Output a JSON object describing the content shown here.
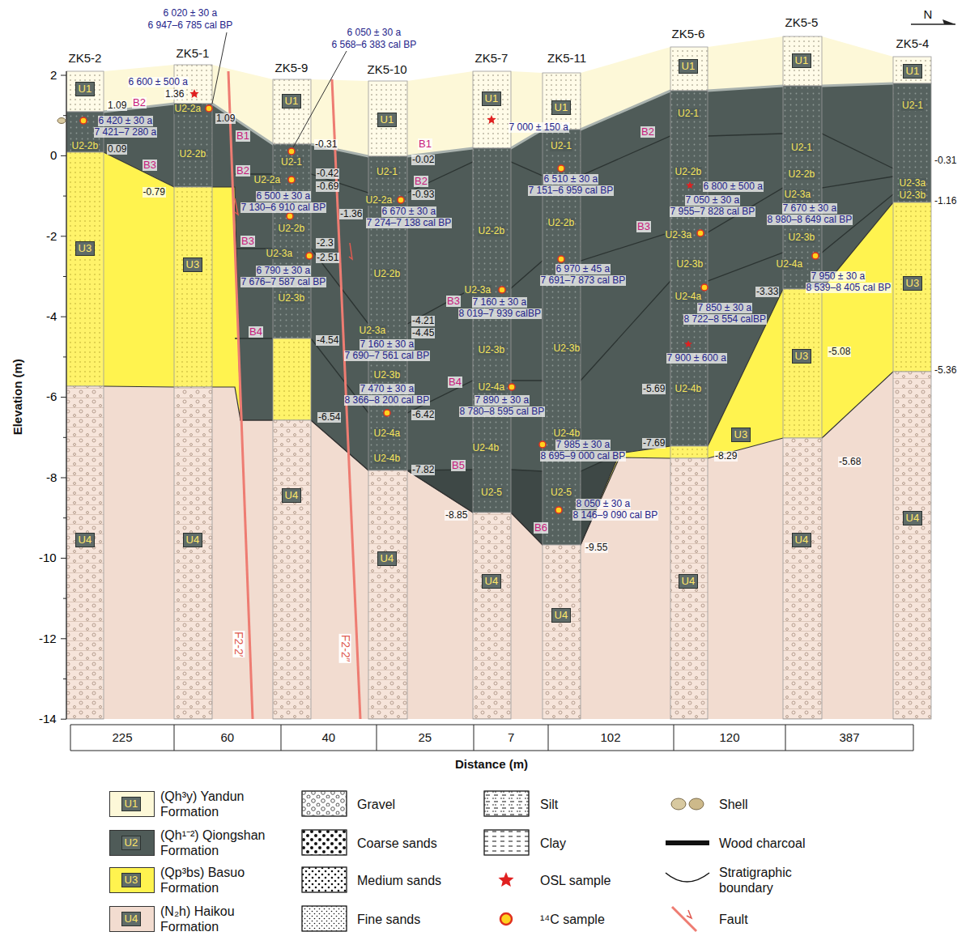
{
  "diagram": {
    "nodes": [
      {
        "text": [
          "U1"
        ]
      },
      {
        "text": [
          "U3"
        ]
      },
      {
        "text": [
          "U4"
        ]
      },
      {
        "text": [
          "U3"
        ]
      },
      {
        "text": [
          "U4"
        ]
      },
      {
        "text": [
          "U1"
        ]
      },
      {
        "text": [
          "U4"
        ]
      },
      {
        "text": [
          "U1"
        ]
      },
      {
        "text": [
          "U4"
        ]
      },
      {
        "text": [
          "U1"
        ]
      },
      {
        "text": [
          "U4"
        ]
      },
      {
        "text": [
          "U1"
        ]
      },
      {
        "text": [
          "U4"
        ]
      },
      {
        "text": [
          "U1"
        ]
      },
      {
        "text": [
          "U4"
        ]
      },
      {
        "text": [
          "U1"
        ]
      },
      {
        "text": [
          "U3"
        ]
      },
      {
        "text": [
          "U4"
        ]
      },
      {
        "text": [
          "U1"
        ]
      },
      {
        "text": [
          "U3"
        ]
      },
      {
        "text": [
          "U4"
        ]
      },
      {
        "text": [
          "U3"
        ]
      },
      {
        "text": [
          "U1"
        ]
      },
      {
        "text": [
          "U2"
        ]
      },
      {
        "text": [
          "U3"
        ]
      },
      {
        "text": [
          "U4"
        ]
      }
    ],
    "labels": [
      "N",
      "2",
      "0",
      "-2",
      "-4",
      "-6",
      "-8",
      "-10",
      "-12",
      "-14",
      "Elevation (m)",
      "ZK5-2",
      "ZK5-1",
      "ZK5-9",
      "ZK5-10",
      "ZK5-7",
      "ZK5-11",
      "ZK5-6",
      "ZK5-5",
      "ZK5-4",
      "F2-2′",
      "F2-2″",
      "225",
      "60",
      "40",
      "25",
      "7",
      "102",
      "120",
      "387",
      "Distance (m)",
      "6 020 ± 30 a",
      "6 947–6 785 cal BP",
      "6 050 ± 30 a",
      "6 568–6 383 cal BP",
      "6 600 ± 500 a",
      "1.36",
      "B2",
      "U2-2a",
      "1.09",
      "1.09",
      "6 420 ± 30 a",
      "7 421–7 280 a",
      "U2-2b",
      "0.09",
      "U2-2b",
      "B3",
      "-0.79",
      "B1",
      "-0.31",
      "U2-1",
      "B2",
      "U2-2a",
      "-0.42",
      "-0.69",
      "6 500 ± 30 a",
      "7 130–6 910 cal BP",
      "U2-2b",
      "B3",
      "-2.3",
      "U2-3a",
      "-2.51",
      "6 790 ± 30 a",
      "7 676–7 587 cal BP",
      "U2-3b",
      "B4",
      "-4.54",
      "-6.54",
      "B1",
      "-0.02",
      "U2-1",
      "B2",
      "-0.93",
      "U2-2a",
      "-1.36",
      "6 670 ± 30 a",
      "7 274–7 138 cal BP",
      "U2-2b",
      "-4.21",
      "U2-3a",
      "-4.45",
      "7 160 ± 30 a",
      "7 690–7 561 cal BP",
      "U2-3b",
      "7 470 ± 30 a",
      "8 366–8 200 cal BP",
      "-6.42",
      "U2-4a",
      "U2-4b",
      "-7.82",
      "7 000 ± 150 a",
      "U2-2b",
      "U2-3a",
      "B3",
      "7 160 ± 30 a",
      "8 019–7 939 calBP",
      "U2-3b",
      "B4",
      "U2-4a",
      "7 890 ± 30 a",
      "8 780–8 595 cal BP",
      "U2-4b",
      "B5",
      "U2-5",
      "-8.85",
      "B6",
      "U2-1",
      "6 510 ± 30 a",
      "7 151–6 959 cal BP",
      "U2-2b",
      "6 970 ± 45 a",
      "7 691–7 873 cal BP",
      "U2-3b",
      "U2-4b",
      "7 985 ± 30 a",
      "8 695–9 000 cal BP",
      "U2-5",
      "8 050 ± 30 a",
      "8 146–9 090 cal BP",
      "-9.55",
      "B2",
      "B3",
      "U2-1",
      "U2-2b",
      "6 800 ± 500 a",
      "7 050 ± 30 a",
      "7 955–7 828 cal BP",
      "U2-3a",
      "U2-3b",
      "U2-4a",
      "7 850 ± 30 a",
      "8 722–8 554 calBP",
      "7 900 ± 600 a",
      "-5.69",
      "U2-4b",
      "-7.69",
      "-8.29",
      "U2-1",
      "U2-2b",
      "U2-3a",
      "7 670 ± 30 a",
      "8 980–8 649 cal BP",
      "U2-3b",
      "U2-4a",
      "7 950 ± 30 a",
      "8 539–8 405 cal BP",
      "-3.33",
      "-5.08",
      "-5.68",
      "U2-1",
      "U2-3a",
      "U2-3b",
      "-0.31",
      "-1.16",
      "-5.36"
    ],
    "legend": [
      {
        "text": "(Qh³y) Yandun Formation",
        "color": "#fdf8d8"
      },
      {
        "text": "(Qh¹⁻²) Qiongshan Formation",
        "color": "#4f5b58"
      },
      {
        "text": "(Qp³bs) Basuo Formation",
        "color": "#fff34f"
      },
      {
        "text": "(N₂h) Haikou Formation",
        "color": "#f2dcd0"
      },
      {
        "text": "Gravel"
      },
      {
        "text": "Coarse sands"
      },
      {
        "text": "Medium sands"
      },
      {
        "text": "Fine sands"
      },
      {
        "text": "Silt"
      },
      {
        "text": "Clay"
      },
      {
        "text": "OSL sample"
      },
      {
        "text": "¹⁴C sample"
      },
      {
        "text": "Shell"
      },
      {
        "text": "Wood charcoal"
      },
      {
        "text": "Stratigraphic boundary"
      },
      {
        "text": "Fault"
      }
    ]
  }
}
